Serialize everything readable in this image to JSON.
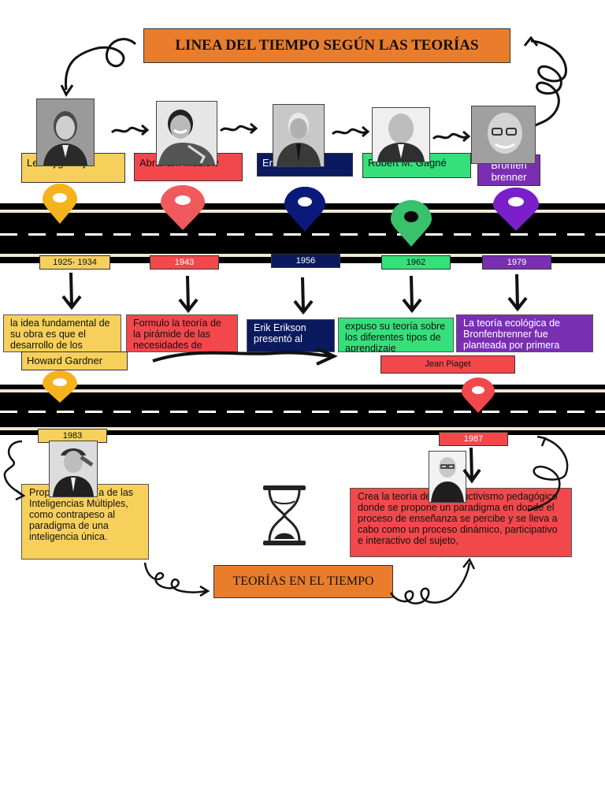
{
  "header": {
    "title": "LINEA DEL TIEMPO SEGÚN LAS TEORÍAS"
  },
  "footer": {
    "title": "TEORÍAS EN EL TIEMPO"
  },
  "colors": {
    "yellow": "#f7d05c",
    "red": "#f2484b",
    "navy": "#0b1a5e",
    "green": "#35e07a",
    "purple": "#7a2fb3",
    "orange": "#ea7d2c"
  },
  "top_row": [
    {
      "name": "Lev Vygotsky",
      "date": "1925- 1934",
      "description": "la idea fundamental de su obra es que el desarrollo de los"
    },
    {
      "name": "Abraham Maslow",
      "date": "1943",
      "description": "Formulo la teoría de la pirámide de las necesidades de"
    },
    {
      "name": "Erik Erikson",
      "date": "1956",
      "description": "Erik Erikson presentó al"
    },
    {
      "name": "Robert M. Gagné",
      "date": "1962",
      "description": "expuso su teoría sobre los diferentes tipos de aprendizaje"
    },
    {
      "name": "Bronfen brenner",
      "date": "1979",
      "description": "La teoría ecológica de Bronfenbrenner fue planteada por primera"
    }
  ],
  "bottom_row": [
    {
      "name": "Howard Gardner",
      "date": "1983",
      "description": "Propuso la teoría de las Inteligencias Múltiples, como contrapeso al paradigma de una inteligencia única."
    },
    {
      "name": "Jean Piaget",
      "date": "1987",
      "description": "Crea la teoría del constructivismo pedagógico donde se propone un paradigma en donde el proceso de enseñanza se percibe y se lleva a cabo como un proceso dinámico, participativo e interactivo del sujeto,"
    }
  ]
}
